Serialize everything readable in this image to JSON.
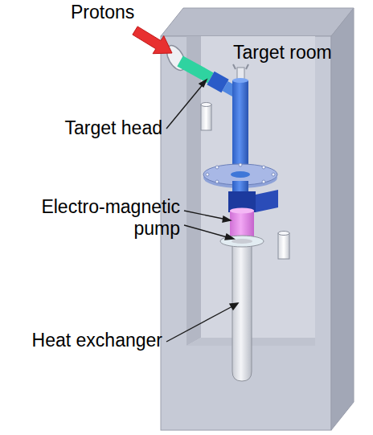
{
  "diagram": {
    "labels": [
      "Protons",
      "Target room",
      "Target head",
      "Electro-magnetic pump",
      "Heat exchanger"
    ]
  }
}
